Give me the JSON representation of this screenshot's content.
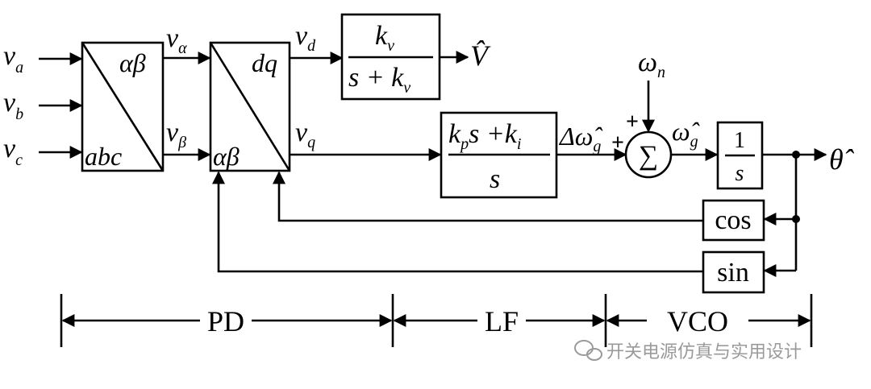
{
  "inputs": {
    "va": "v",
    "va_sub": "a",
    "vb": "v",
    "vb_sub": "b",
    "vc": "v",
    "vc_sub": "c"
  },
  "clarke": {
    "top": "αβ",
    "bottom": "abc"
  },
  "clarke_out": {
    "alpha": "v",
    "alpha_sub": "α",
    "beta": "v",
    "beta_sub": "β"
  },
  "park": {
    "top": "dq",
    "bottom": "αβ"
  },
  "park_out": {
    "d": "v",
    "d_sub": "d",
    "q": "v",
    "q_sub": "q"
  },
  "amp_block": {
    "num": "k",
    "num_sub": "v",
    "den": "s + k",
    "den_sub": "v"
  },
  "amp_out": {
    "label": "V̂"
  },
  "loop_filter": {
    "num_a": "k",
    "num_a_sub": "p",
    "num_b": "s +k",
    "num_b_sub": "i",
    "den": "s"
  },
  "lf_out": {
    "label": "Δω̂",
    "sub": "g"
  },
  "summer": {
    "symbol": "∑",
    "sign_left": "+",
    "sign_top": "+"
  },
  "omega_n": {
    "label": "ω",
    "sub": "n"
  },
  "sum_out": {
    "label": "ω̂",
    "sub": "g"
  },
  "integrator": {
    "num": "1",
    "den": "s"
  },
  "theta_out": {
    "label": "θ̂"
  },
  "cos_block": {
    "label": "cos"
  },
  "sin_block": {
    "label": "sin"
  },
  "sections": {
    "pd": "PD",
    "lf": "LF",
    "vco": "VCO"
  },
  "watermark": {
    "text": "开关电源仿真与实用设计"
  }
}
